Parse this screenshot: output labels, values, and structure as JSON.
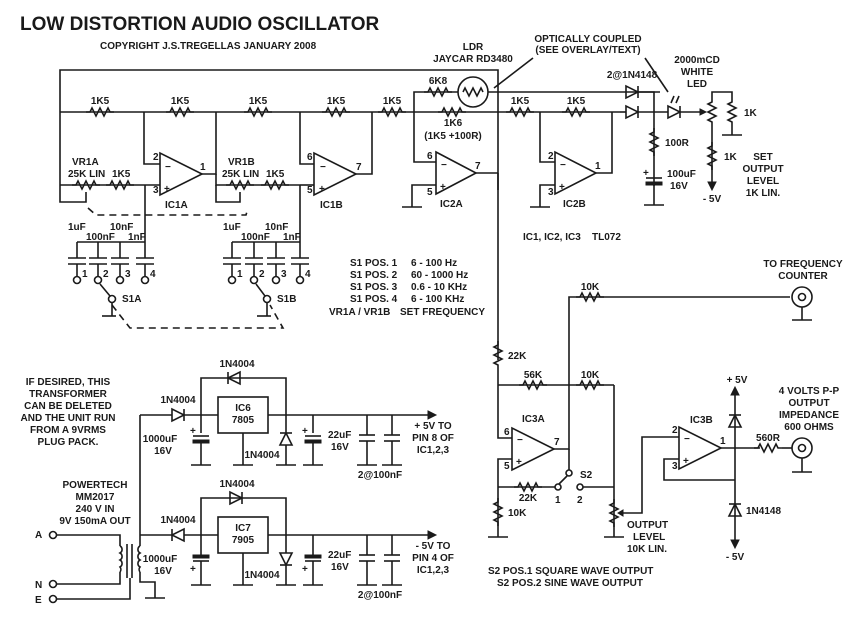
{
  "title": "LOW DISTORTION AUDIO OSCILLATOR",
  "copyright": "COPYRIGHT J.S.TREGELLAS JANUARY 2008",
  "oscillator": {
    "feedback_resistors": [
      "1K5",
      "1K5",
      "1K5",
      "1K5",
      "1K5"
    ],
    "vr1a": {
      "name": "VR1A",
      "value": "25K LIN"
    },
    "vr1b": {
      "name": "VR1B",
      "value": "25K LIN"
    },
    "series_r_a": "1K5",
    "series_r_b": "1K5",
    "ic1a": {
      "name": "IC1A",
      "pins": [
        "2",
        "3",
        "1"
      ]
    },
    "ic1b": {
      "name": "IC1B",
      "pins": [
        "6",
        "5",
        "7"
      ]
    },
    "caps_a": [
      "1uF",
      "100nF",
      "10nF",
      "1nF"
    ],
    "caps_b": [
      "1uF",
      "100nF",
      "10nF",
      "1nF"
    ],
    "switch_positions": [
      "1",
      "2",
      "3",
      "4"
    ],
    "s1a": "S1A",
    "s1b": "S1B"
  },
  "ranges": {
    "rows": [
      {
        "pos": "S1 POS. 1",
        "range": "6 - 100 Hz"
      },
      {
        "pos": "S1 POS. 2",
        "range": "60 - 1000 Hz"
      },
      {
        "pos": "S1 POS. 3",
        "range": "0.6 - 10 KHz"
      },
      {
        "pos": "S1 POS. 4",
        "range": "6 - 100 KHz"
      }
    ],
    "vr_label": "VR1A / VR1B",
    "vr_function": "SET FREQUENCY"
  },
  "agc": {
    "ldr_label": "LDR",
    "ldr_part": "JAYCAR RD3480",
    "optical_note_1": "OPTICALLY COUPLED",
    "optical_note_2": "(SEE OVERLAY/TEXT)",
    "r_6k8": "6K8",
    "r_1k6": "1K6",
    "r_1k6_note": "(1K5 +100R)",
    "r_ic2b_in": "1K5",
    "r_ic2b_fb": "1K5",
    "ic2a": {
      "name": "IC2A",
      "pins": [
        "6",
        "5",
        "7"
      ]
    },
    "ic2b": {
      "name": "IC2B",
      "pins": [
        "2",
        "3",
        "1"
      ]
    },
    "diodes": "2@1N4148",
    "led_1": "2000mCD",
    "led_2": "WHITE",
    "led_3": "LED",
    "r_100r": "100R",
    "cap_100uf": "100uF",
    "cap_100uf_v": "16V",
    "r_1k_top": "1K",
    "r_1k_bottom": "1K",
    "neg_rail": "- 5V",
    "set_1": "SET",
    "set_2": "OUTPUT",
    "set_3": "LEVEL",
    "set_4": "1K LIN.",
    "ic_note": "IC1, IC2, IC3",
    "ic_type": "TL072"
  },
  "output": {
    "freq_counter_1": "TO FREQUENCY",
    "freq_counter_2": "COUNTER",
    "r_freq": "10K",
    "r_22k_top": "22K",
    "r_56k": "56K",
    "r_10k_mid": "10K",
    "ic3a": {
      "name": "IC3A",
      "pins": [
        "6",
        "5",
        "7"
      ]
    },
    "r_22k_bottom": "22K",
    "r_10k_bottom": "10K",
    "s2": "S2",
    "s2_pos": [
      "1",
      "2"
    ],
    "level_1": "OUTPUT",
    "level_2": "LEVEL",
    "level_3": "10K LIN.",
    "ic3b": {
      "name": "IC3B",
      "pins": [
        "2",
        "3",
        "1"
      ]
    },
    "pos_rail": "+ 5V",
    "neg_rail": "- 5V",
    "clamp_diode": "1N4148",
    "r_out": "560R",
    "spec_1": "4 VOLTS P-P",
    "spec_2": "OUTPUT",
    "spec_3": "IMPEDANCE",
    "spec_4": "600 OHMS",
    "s2_note_1": "S2 POS.1   SQUARE WAVE OUTPUT",
    "s2_note_2": "S2 POS.2   SINE WAVE OUTPUT"
  },
  "power": {
    "note": [
      "IF DESIRED, THIS",
      "TRANSFORMER",
      "CAN BE DELETED",
      "AND THE UNIT RUN",
      "FROM A 9VRMS",
      "PLUG PACK."
    ],
    "xfmr": [
      "POWERTECH",
      "MM2017",
      "240 V IN",
      "9V 150mA OUT"
    ],
    "mains": [
      "A",
      "N",
      "E"
    ],
    "pos": {
      "diode_in": "1N4004",
      "diode_bypass": "1N4004",
      "diode_out": "1N4004",
      "cap_in": "1000uF",
      "cap_in_v": "16V",
      "reg": "IC6",
      "reg_part": "7805",
      "cap_out": "22uF",
      "cap_out_v": "16V",
      "decoupling": "2@100nF",
      "rail_1": "+ 5V TO",
      "rail_2": "PIN 8 OF",
      "rail_3": "IC1,2,3"
    },
    "neg": {
      "diode_in": "1N4004",
      "diode_bypass": "1N4004",
      "diode_out": "1N4004",
      "cap_in": "1000uF",
      "cap_in_v": "16V",
      "reg": "IC7",
      "reg_part": "7905",
      "cap_out": "22uF",
      "cap_out_v": "16V",
      "decoupling": "2@100nF",
      "rail_1": "- 5V TO",
      "rail_2": "PIN 4 OF",
      "rail_3": "IC1,2,3"
    }
  }
}
